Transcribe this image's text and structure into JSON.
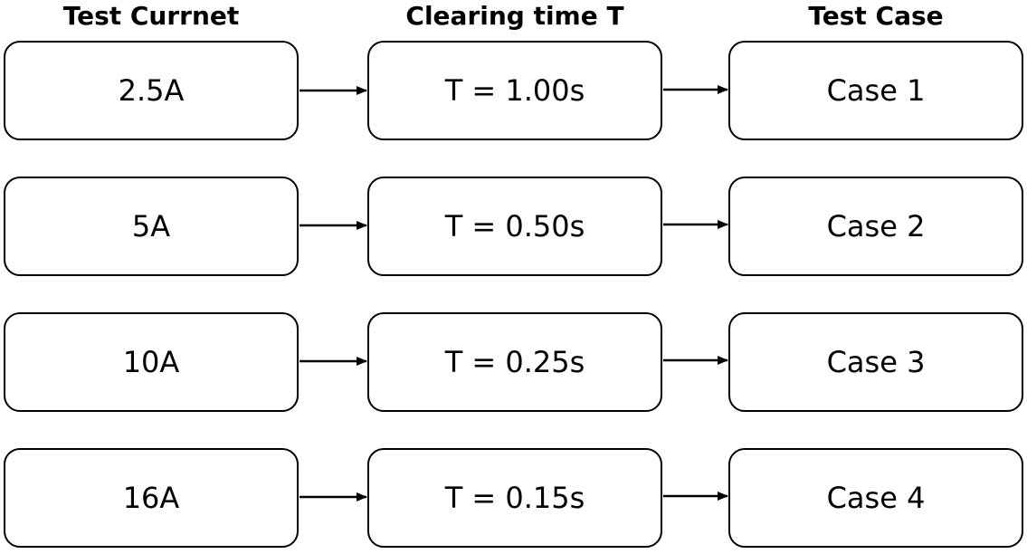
{
  "headers": {
    "current": "Test Currnet",
    "clearing_time": "Clearing time T",
    "test_case": "Test Case"
  },
  "rows": [
    {
      "current": "2.5A",
      "time": "T = 1.00s",
      "case": "Case 1"
    },
    {
      "current": "5A",
      "time": "T = 0.50s",
      "case": "Case 2"
    },
    {
      "current": "10A",
      "time": "T = 0.25s",
      "case": "Case 3"
    },
    {
      "current": "16A",
      "time": "T = 0.15s",
      "case": "Case 4"
    }
  ]
}
